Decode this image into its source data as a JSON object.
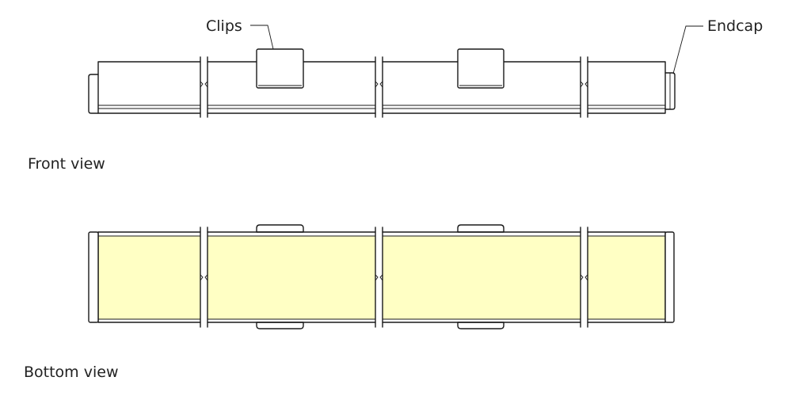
{
  "labels": {
    "clips": "Clips",
    "endcap": "Endcap",
    "front_view": "Front view",
    "bottom_view": "Bottom view"
  },
  "colors": {
    "led_strip": "#ffffc4",
    "line": "#1a1a1a",
    "background": "#ffffff"
  }
}
